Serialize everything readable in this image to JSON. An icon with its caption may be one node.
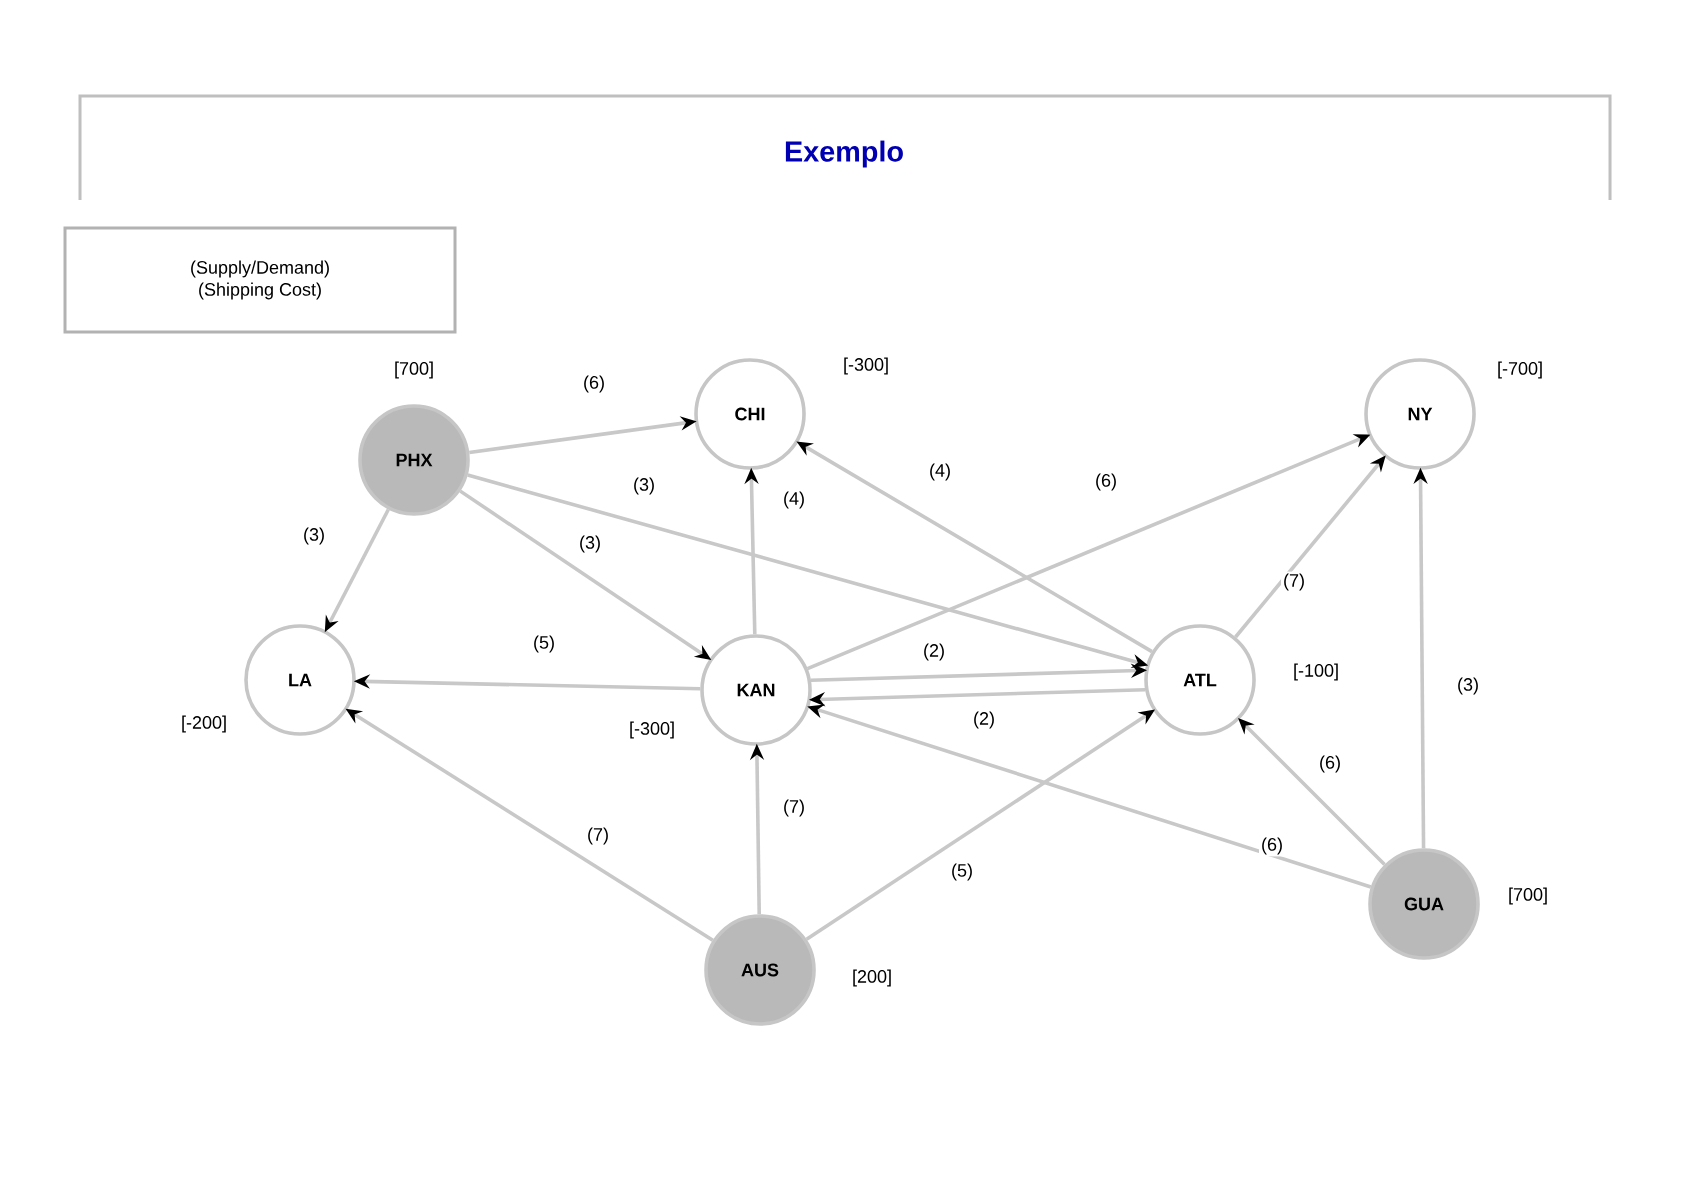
{
  "diagram": {
    "title": "Exemplo",
    "nodes": [
      {
        "text": [
          "(Supply/Demand)",
          "(Shipping Cost)"
        ]
      },
      {
        "text": [
          "PHX"
        ],
        "beside": [
          "[700]"
        ]
      },
      {
        "text": [
          "CHI"
        ],
        "beside": [
          "[-300]"
        ]
      },
      {
        "text": [
          "NY"
        ],
        "beside": [
          "[-700]"
        ]
      },
      {
        "text": [
          "LA"
        ],
        "beside": [
          "[-200]"
        ]
      },
      {
        "text": [
          "KAN"
        ],
        "beside": [
          "[-300]"
        ]
      },
      {
        "text": [
          "ATL"
        ],
        "beside": [
          "[-100]"
        ]
      },
      {
        "text": [
          "AUS"
        ],
        "beside": [
          "[200]"
        ]
      },
      {
        "text": [
          "GUA"
        ],
        "beside": [
          "[700]"
        ]
      }
    ],
    "edges": [
      {
        "from": 1,
        "to": 2,
        "arrow": "to",
        "label": "(6)"
      },
      {
        "from": 1,
        "to": 4,
        "arrow": "to",
        "label": "(3)"
      },
      {
        "from": 1,
        "to": 6,
        "arrow": "to",
        "label": "(3)"
      },
      {
        "from": 1,
        "to": 5,
        "arrow": "to",
        "label": "(3)"
      },
      {
        "from": 5,
        "to": 2,
        "arrow": "to",
        "label": "(4)"
      },
      {
        "from": 6,
        "to": 2,
        "arrow": "to",
        "label": "(4)"
      },
      {
        "from": 5,
        "to": 3,
        "arrow": "to",
        "label": "(6)"
      },
      {
        "from": 5,
        "to": 4,
        "arrow": "to",
        "label": "(5)"
      },
      {
        "from": 5,
        "to": 6,
        "arrow": "to",
        "label": "(2)"
      },
      {
        "from": 6,
        "to": 5,
        "arrow": "to",
        "label": "(2)"
      },
      {
        "from": 6,
        "to": 3,
        "arrow": "to",
        "label": "(7)"
      },
      {
        "from": 7,
        "to": 4,
        "arrow": "to",
        "label": "(7)"
      },
      {
        "from": 7,
        "to": 5,
        "arrow": "to",
        "label": "(7)"
      },
      {
        "from": 7,
        "to": 6,
        "arrow": "to",
        "label": "(5)"
      },
      {
        "from": 8,
        "to": 6,
        "arrow": "to",
        "label": "(6)"
      },
      {
        "from": 8,
        "to": 5,
        "arrow": "to",
        "label": "(6)"
      },
      {
        "from": 8,
        "to": 3,
        "arrow": "to",
        "label": "(3)"
      }
    ]
  }
}
